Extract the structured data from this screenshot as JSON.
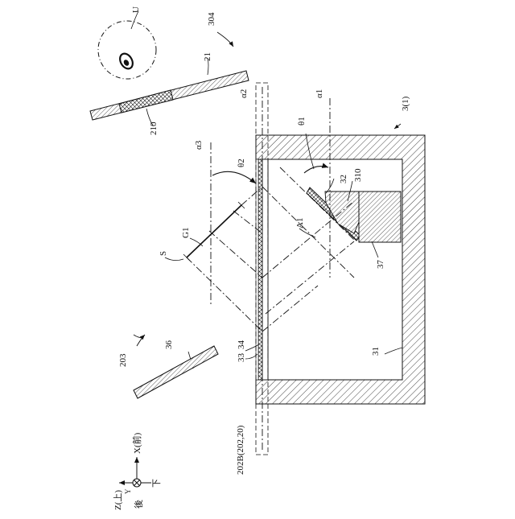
{
  "labels": {
    "eye": "U",
    "ref_304": "304",
    "ref_21": "21",
    "ref_210": "210",
    "alpha2": "α2",
    "alpha1": "α1",
    "theta1": "θ1",
    "ref_3_1": "3(1)",
    "alpha3": "α3",
    "theta2": "θ2",
    "ref_32": "32",
    "ref_310": "310",
    "a1": "A1",
    "g1": "G1",
    "s": "S",
    "ref_37": "37",
    "ref_203": "203",
    "ref_36": "36",
    "ref_34": "34",
    "ref_33": "33",
    "ref_31": "31",
    "ref_202b": "202B(202,20)",
    "axis_x": "X(前)",
    "axis_z": "Z(上)",
    "axis_y": "Y",
    "axis_down": "下",
    "axis_back": "後"
  },
  "colors": {
    "stroke": "#111111",
    "background": "#ffffff"
  }
}
